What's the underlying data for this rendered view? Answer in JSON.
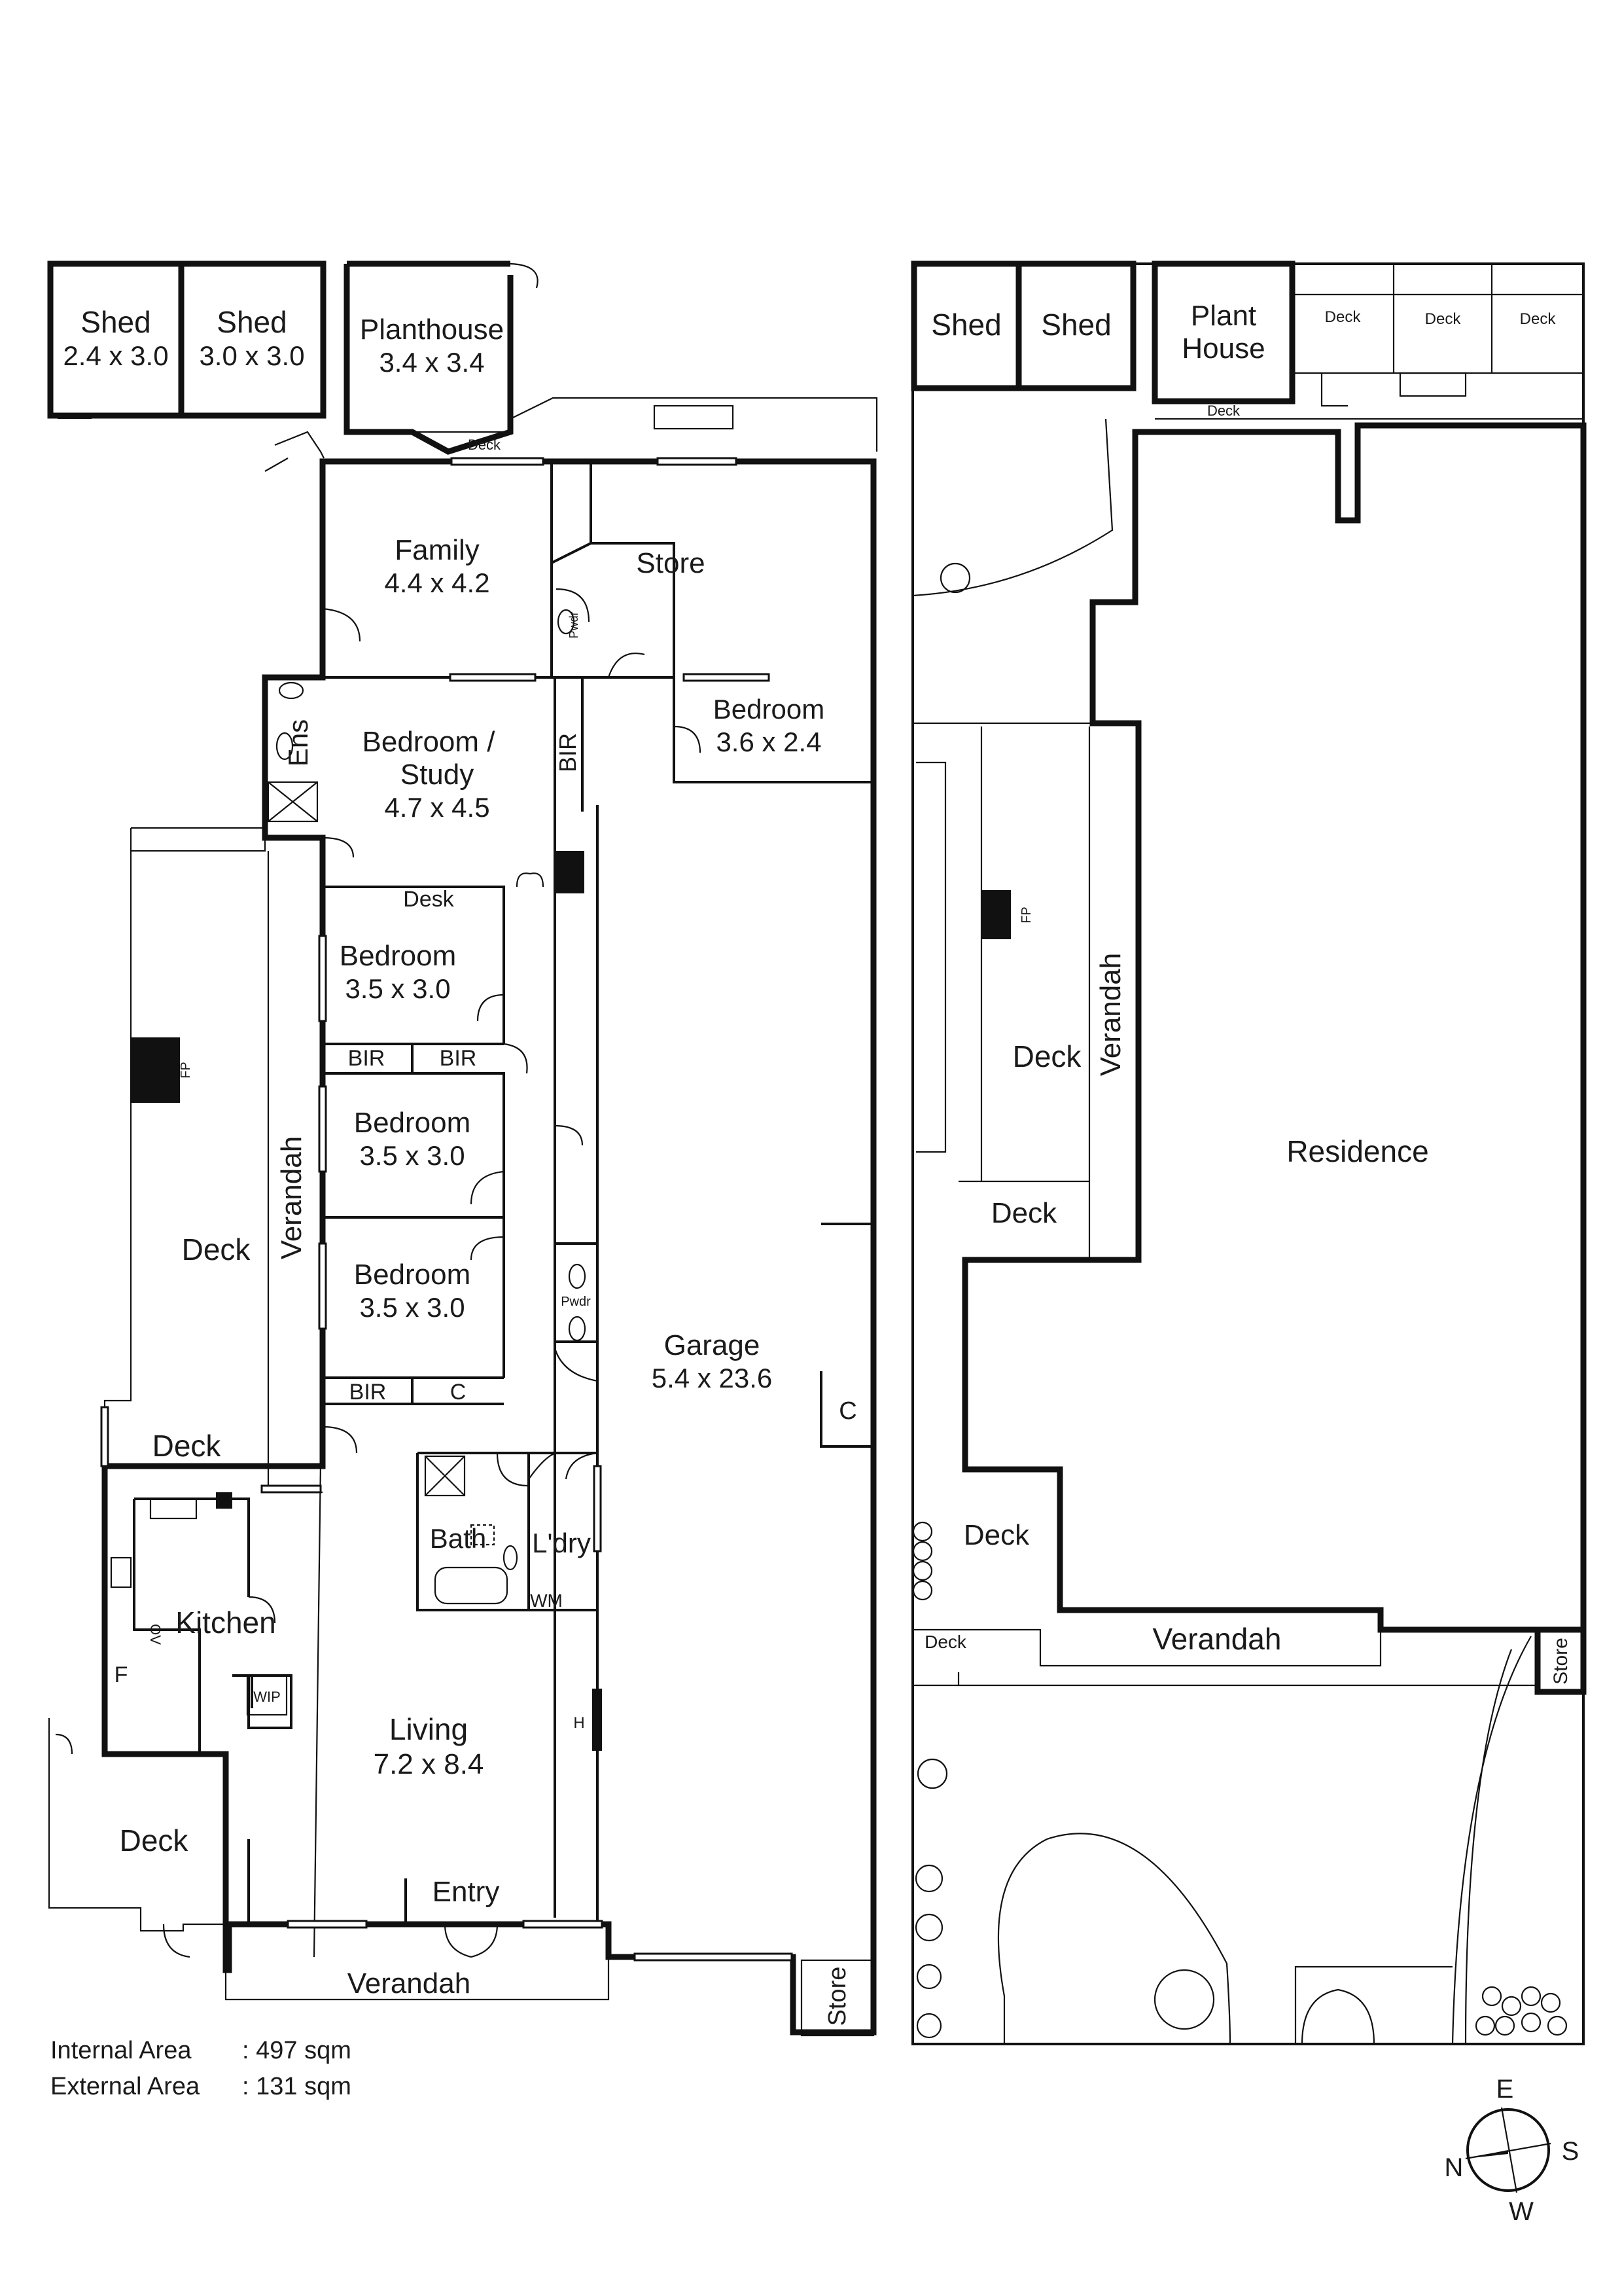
{
  "floor_plan": {
    "outbuildings": {
      "shed_1": {
        "name": "Shed",
        "dims": "2.4 x 3.0"
      },
      "shed_2": {
        "name": "Shed",
        "dims": "3.0 x 3.0"
      },
      "planthouse": {
        "name": "Planthouse",
        "dims": "3.4 x 3.4"
      },
      "deck_top": "Deck"
    },
    "rooms": {
      "family": {
        "name": "Family",
        "dims": "4.4 x 4.2"
      },
      "store": {
        "name": "Store"
      },
      "pwdr_upper": "Pwdr",
      "ens": "Ens",
      "bedroom_study": {
        "name_1": "Bedroom /",
        "name_2": "Study",
        "dims": "4.7 x 4.5"
      },
      "bir_upper": "BIR",
      "bedroom_small": {
        "name": "Bedroom",
        "dims": "3.6 x 2.4"
      },
      "desk": "Desk",
      "bedroom_1": {
        "name": "Bedroom",
        "dims": "3.5 x 3.0"
      },
      "bir_a": "BIR",
      "bir_b": "BIR",
      "bedroom_2": {
        "name": "Bedroom",
        "dims": "3.5 x 3.0"
      },
      "bedroom_3": {
        "name": "Bedroom",
        "dims": "3.5 x 3.0"
      },
      "bir_c": "BIR",
      "cupboard": "C",
      "pwdr_lower": "Pwdr",
      "garage": {
        "name": "Garage",
        "dims": "5.4 x 23.6"
      },
      "garage_cupboard": "C",
      "deck_side": "Deck",
      "fp": "FP",
      "verandah_side": "Verandah",
      "deck_small": "Deck",
      "bath": "Bath",
      "laundry": "L'dry",
      "wm": "WM",
      "kitchen": "Kitchen",
      "ov": "OV",
      "fridge": "F",
      "wip": "WIP",
      "living": {
        "name": "Living",
        "dims": "7.2 x 8.4"
      },
      "h": "H",
      "entry": "Entry",
      "deck_front": "Deck",
      "verandah_front": "Verandah",
      "store_front": "Store"
    },
    "areas": {
      "internal_label": "Internal Area",
      "internal_value": ":  497 sqm",
      "external_label": "External Area",
      "external_value": ":  131 sqm"
    }
  },
  "site_plan": {
    "shed_1": "Shed",
    "shed_2": "Shed",
    "plant_house_1": "Plant",
    "plant_house_2": "House",
    "deck_1": "Deck",
    "deck_2": "Deck",
    "deck_3": "Deck",
    "deck_4": "Deck",
    "deck_side": "Deck",
    "fp": "FP",
    "verandah_side": "Verandah",
    "deck_lower": "Deck",
    "residence": "Residence",
    "deck_rear": "Deck",
    "deck_small": "Deck",
    "verandah_rear": "Verandah",
    "store": "Store"
  },
  "compass": {
    "n": "N",
    "e": "E",
    "s": "S",
    "w": "W"
  }
}
